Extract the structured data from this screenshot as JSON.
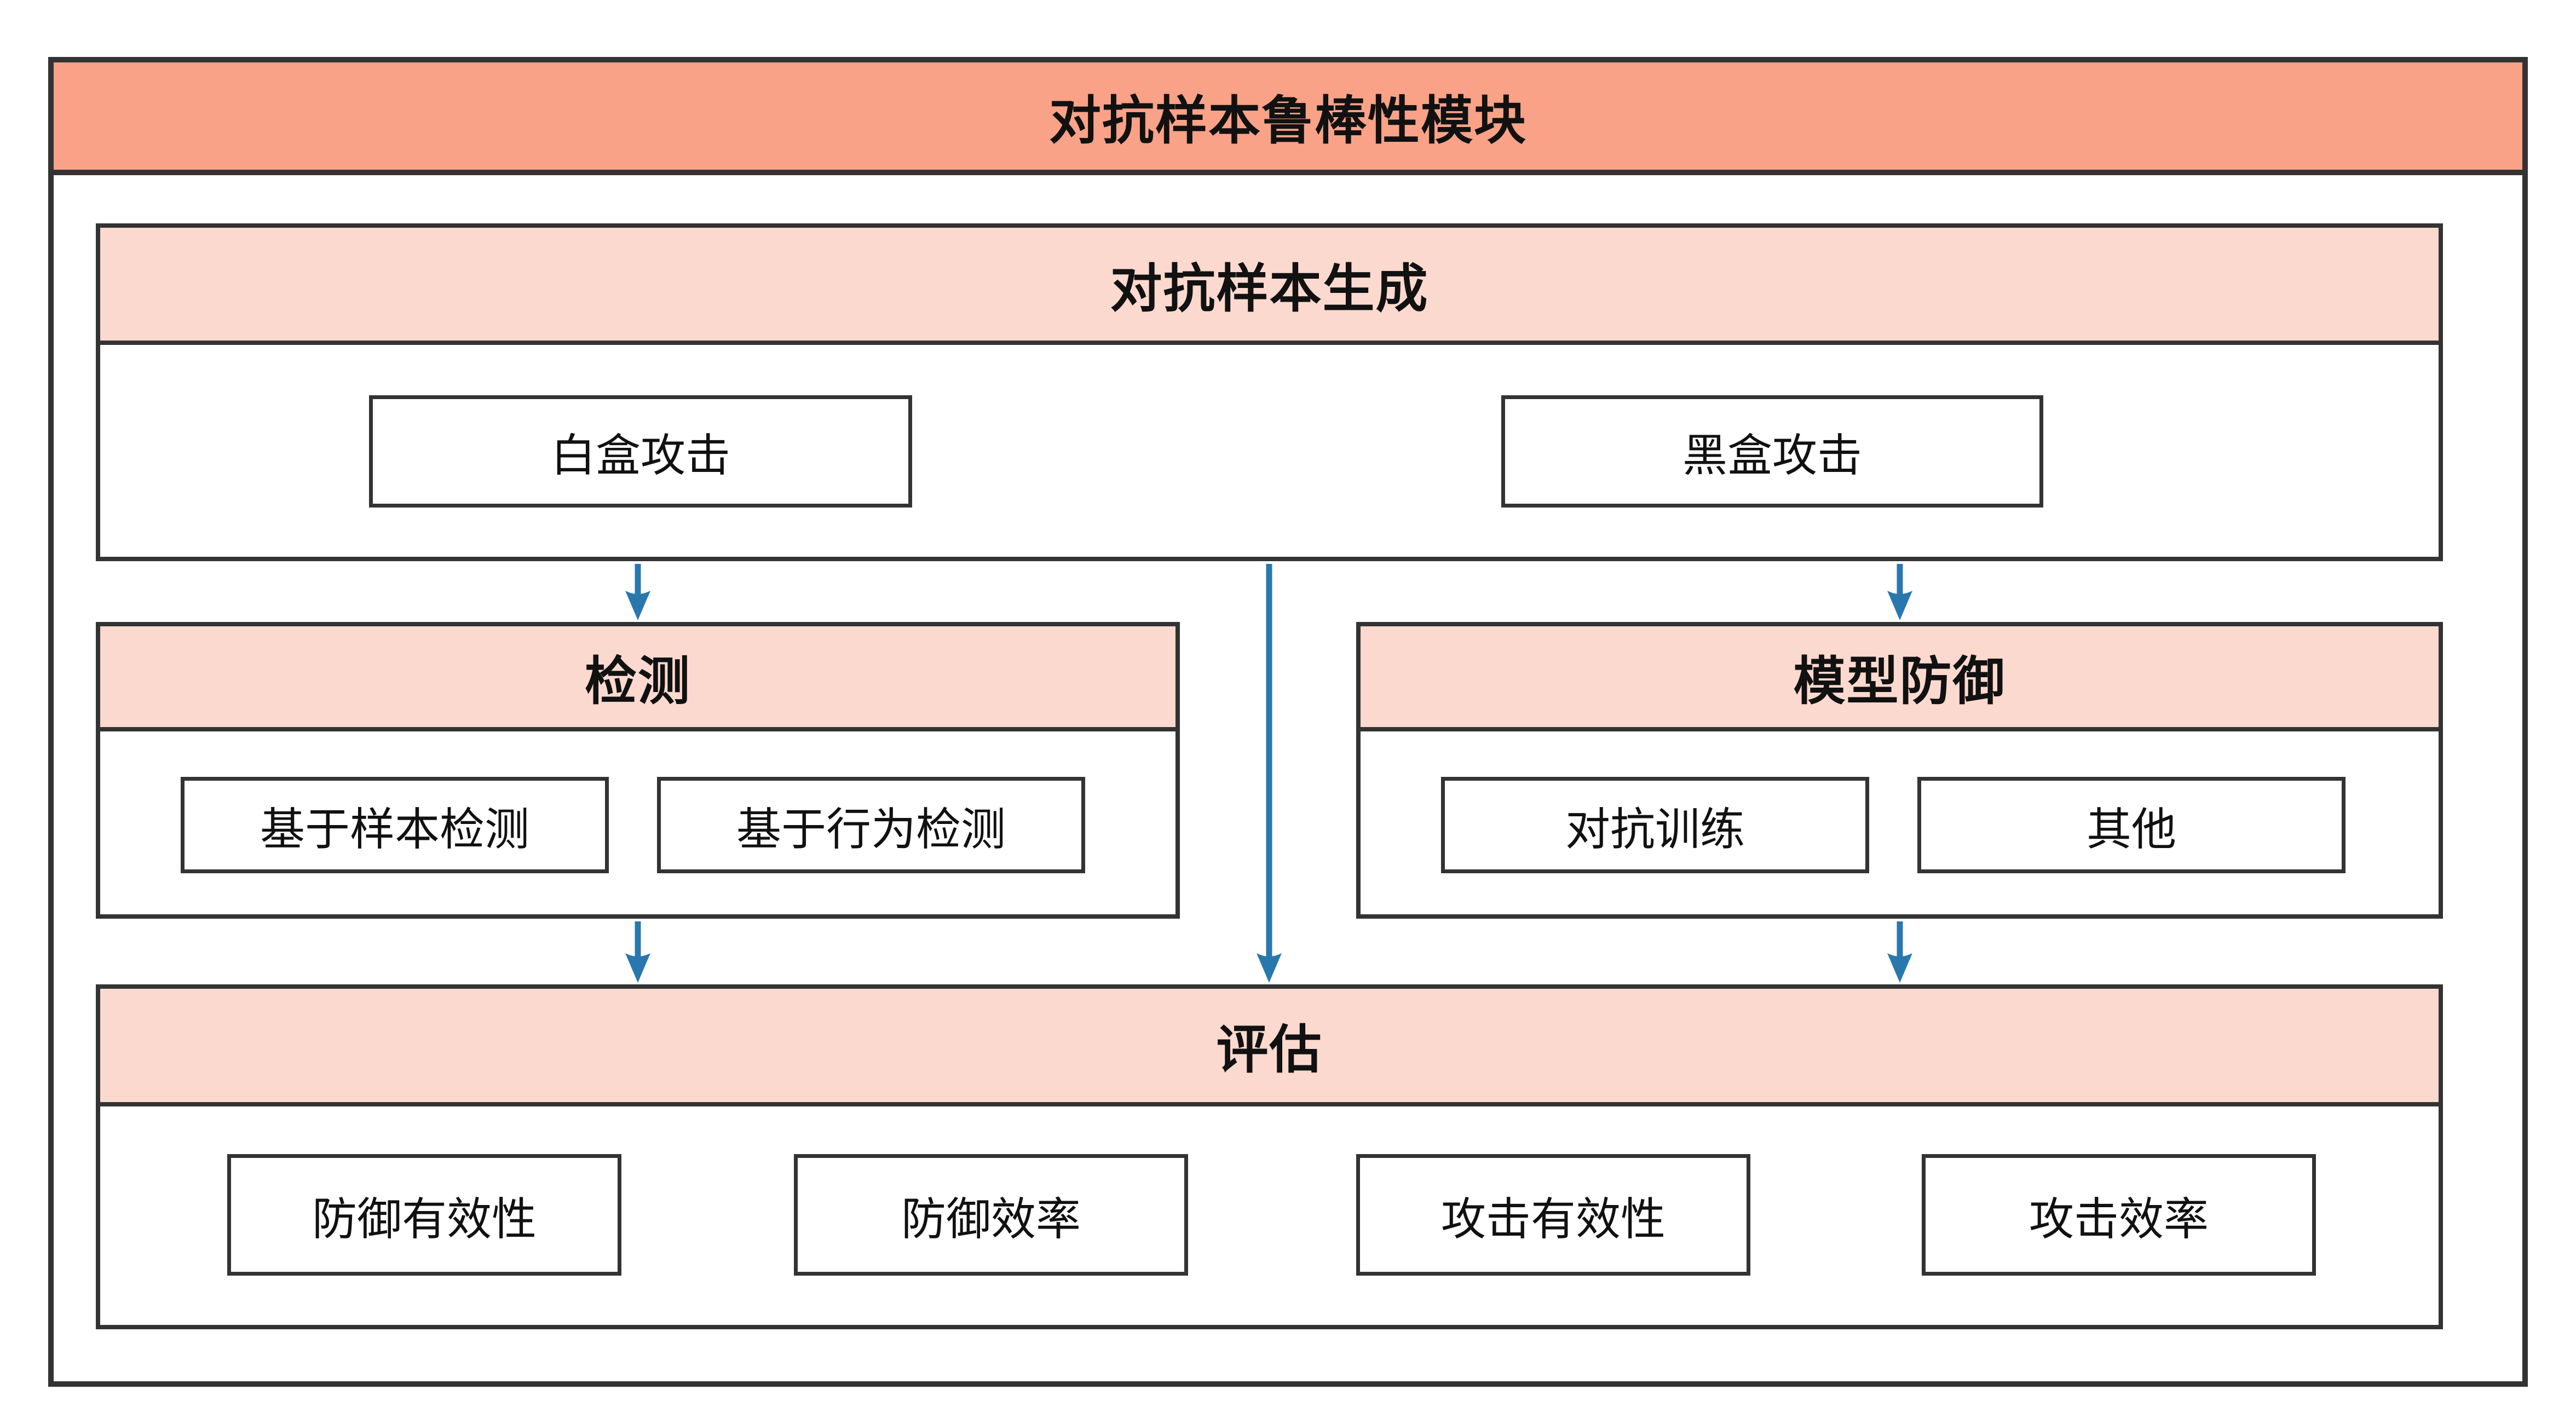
{
  "diagram": {
    "title": "对抗样本鲁棒性模块",
    "colors": {
      "title_bg": "#F9A287",
      "section_header_bg": "#FCD9CE",
      "border": "#333333",
      "arrow": "#2878AE",
      "box_bg": "#FFFFFF"
    },
    "sections": {
      "generation": {
        "title": "对抗样本生成",
        "items": [
          {
            "label": "白盒攻击"
          },
          {
            "label": "黑盒攻击"
          }
        ]
      },
      "detection": {
        "title": "检测",
        "items": [
          {
            "label": "基于样本检测"
          },
          {
            "label": "基于行为检测"
          }
        ]
      },
      "defense": {
        "title": "模型防御",
        "items": [
          {
            "label": "对抗训练"
          },
          {
            "label": "其他"
          }
        ]
      },
      "evaluation": {
        "title": "评估",
        "items": [
          {
            "label": "防御有效性"
          },
          {
            "label": "防御效率"
          },
          {
            "label": "攻击有效性"
          },
          {
            "label": "攻击效率"
          }
        ]
      }
    },
    "arrows": [
      {
        "from": "对抗样本生成",
        "to": "检测"
      },
      {
        "from": "对抗样本生成",
        "to": "模型防御"
      },
      {
        "from": "对抗样本生成",
        "to": "评估"
      },
      {
        "from": "检测",
        "to": "评估"
      },
      {
        "from": "模型防御",
        "to": "评估"
      }
    ]
  }
}
